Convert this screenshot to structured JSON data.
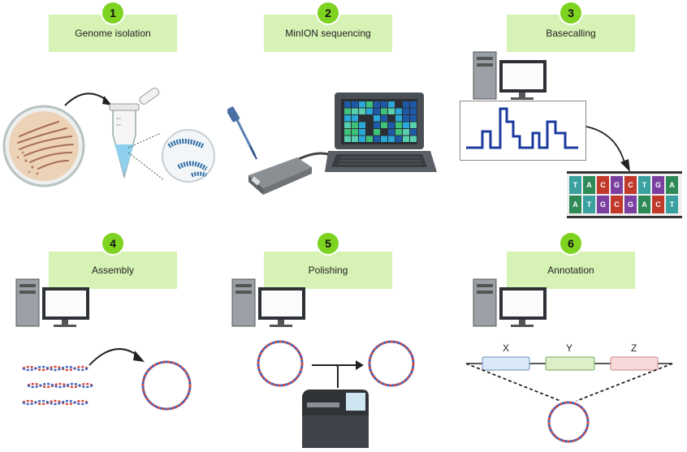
{
  "steps": [
    {
      "number": "1",
      "label": "Genome isolation"
    },
    {
      "number": "2",
      "label": "MinION sequencing"
    },
    {
      "number": "3",
      "label": "Basecalling"
    },
    {
      "number": "4",
      "label": "Assembly"
    },
    {
      "number": "5",
      "label": "Polishing"
    },
    {
      "number": "6",
      "label": "Annotation"
    }
  ],
  "dna_bases": {
    "top": [
      "T",
      "A",
      "C",
      "G",
      "C",
      "T",
      "G",
      "A"
    ],
    "bottom": [
      "A",
      "T",
      "G",
      "C",
      "G",
      "A",
      "C",
      "T"
    ]
  },
  "base_colors": {
    "A": "#2e8b57",
    "T": "#3aa0a0",
    "C": "#c0392b",
    "G": "#7b3fa0"
  },
  "annotation_genes": [
    "X",
    "Y",
    "Z"
  ],
  "colors": {
    "step_box": "#d6f2b4",
    "step_badge": "#7ed321",
    "gene_x": "#dbe8f7",
    "gene_y": "#dcefc8",
    "gene_z": "#f7d9d9"
  }
}
